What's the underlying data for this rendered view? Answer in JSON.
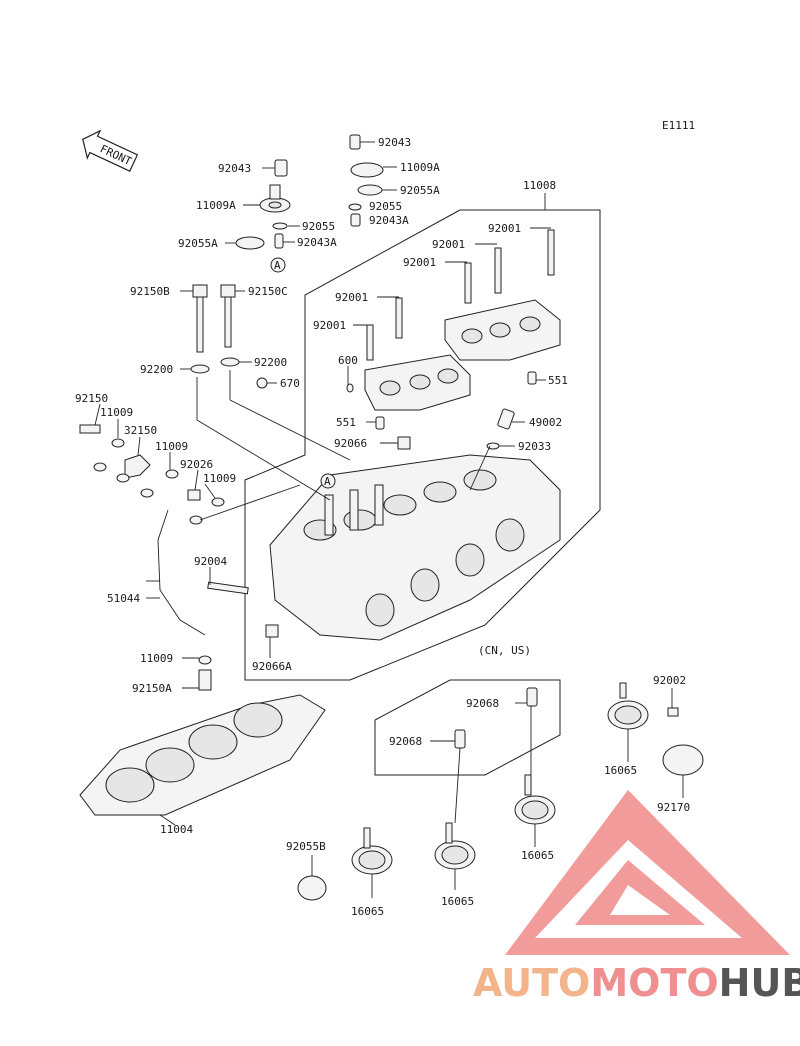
{
  "diagram_code": "E1111",
  "front_label": "FRONT",
  "region_note": "(CN, US)",
  "callout_ref": "A",
  "labels": {
    "p92043_a": "92043",
    "p92043_b": "92043",
    "p11009A_a": "11009A",
    "p11009A_b": "11009A",
    "p92055A_a": "92055A",
    "p92055A_b": "92055A",
    "p92055_a": "92055",
    "p92055_b": "92055",
    "p92043A_a": "92043A",
    "p92043A_b": "92043A",
    "p11008": "11008",
    "p92001_a": "92001",
    "p92001_b": "92001",
    "p92001_c": "92001",
    "p92001_d": "92001",
    "p92001_e": "92001",
    "p92150B": "92150B",
    "p92150C": "92150C",
    "p92200_a": "92200",
    "p92200_b": "92200",
    "p600": "600",
    "p670": "670",
    "p551_a": "551",
    "p551_b": "551",
    "p49002": "49002",
    "p92066": "92066",
    "p92033": "92033",
    "p92150": "92150",
    "p11009_a": "11009",
    "p32150": "32150",
    "p11009_b": "11009",
    "p92026": "92026",
    "p11009_c": "11009",
    "p92004": "92004",
    "p51044": "51044",
    "p11009_d": "11009",
    "p92150A": "92150A",
    "p92066A": "92066A",
    "p11004": "11004",
    "p92068_a": "92068",
    "p92068_b": "92068",
    "p92002": "92002",
    "p16065_a": "16065",
    "p92170": "92170",
    "p16065_b": "16065",
    "p92055B": "92055B",
    "p16065_c": "16065",
    "p16065_d": "16065"
  },
  "watermark": {
    "part1": "AUTO",
    "part2": "MOTO",
    "part3": "HUB",
    "color_auto": "#f3b48c",
    "color_moto": "#ef8f8f",
    "color_hub": "#555555",
    "triangle_color": "#f08a8a"
  }
}
